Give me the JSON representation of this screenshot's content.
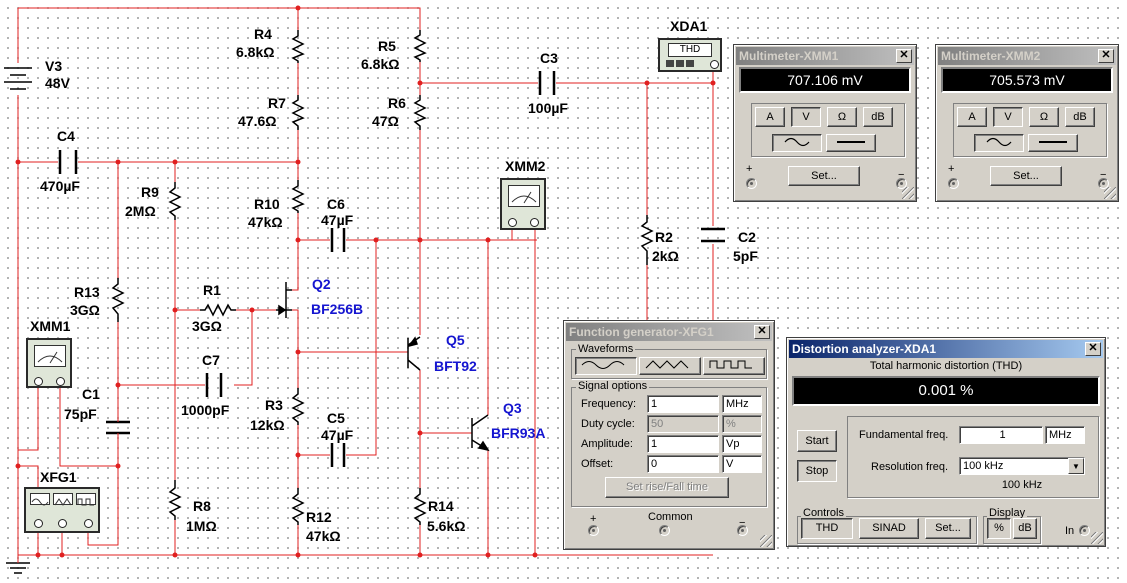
{
  "components": {
    "V3": {
      "ref": "V3",
      "value": "48V"
    },
    "R4": {
      "ref": "R4",
      "value": "6.8kΩ"
    },
    "R5": {
      "ref": "R5",
      "value": "6.8kΩ"
    },
    "R7": {
      "ref": "R7",
      "value": "47.6Ω"
    },
    "R6": {
      "ref": "R6",
      "value": "47Ω"
    },
    "C3": {
      "ref": "C3",
      "value": "100µF"
    },
    "C4": {
      "ref": "C4",
      "value": "470µF"
    },
    "R9": {
      "ref": "R9",
      "value": "2MΩ"
    },
    "R10": {
      "ref": "R10",
      "value": "47kΩ"
    },
    "C6": {
      "ref": "C6",
      "value": "47µF"
    },
    "R2": {
      "ref": "R2",
      "value": "2kΩ"
    },
    "C2": {
      "ref": "C2",
      "value": "5pF"
    },
    "R13": {
      "ref": "R13",
      "value": "3GΩ"
    },
    "R1": {
      "ref": "R1",
      "value": "3GΩ"
    },
    "Q2": {
      "ref": "Q2",
      "value": "BF256B"
    },
    "Q5": {
      "ref": "Q5",
      "value": "BFT92"
    },
    "C1": {
      "ref": "C1",
      "value": "75pF"
    },
    "C7": {
      "ref": "C7",
      "value": "1000pF"
    },
    "R3": {
      "ref": "R3",
      "value": "12kΩ"
    },
    "C5": {
      "ref": "C5",
      "value": "47µF"
    },
    "Q3": {
      "ref": "Q3",
      "value": "BFR93A"
    },
    "R8": {
      "ref": "R8",
      "value": "1MΩ"
    },
    "R12": {
      "ref": "R12",
      "value": "47kΩ"
    },
    "R14": {
      "ref": "R14",
      "value": "5.6kΩ"
    }
  },
  "instruments": {
    "xda1": {
      "ref": "XDA1",
      "screen": "THD"
    },
    "xmm2": {
      "ref": "XMM2"
    },
    "xmm1": {
      "ref": "XMM1"
    },
    "xfg1": {
      "ref": "XFG1"
    }
  },
  "multimeter1": {
    "title": "Multimeter-XMM1",
    "reading": "707.106 mV",
    "buttons": [
      "A",
      "V",
      "Ω",
      "dB"
    ],
    "set_label": "Set...",
    "plus": "+",
    "minus": "−"
  },
  "multimeter2": {
    "title": "Multimeter-XMM2",
    "reading": "705.573 mV",
    "buttons": [
      "A",
      "V",
      "Ω",
      "dB"
    ],
    "set_label": "Set...",
    "plus": "+",
    "minus": "−"
  },
  "function_generator": {
    "title": "Function generator-XFG1",
    "waveforms_label": "Waveforms",
    "signal_options_label": "Signal options",
    "rows": [
      {
        "label": "Frequency:",
        "value": "1",
        "unit": "MHz",
        "disabled": false
      },
      {
        "label": "Duty cycle:",
        "value": "50",
        "unit": "%",
        "disabled": true
      },
      {
        "label": "Amplitude:",
        "value": "1",
        "unit": "Vp",
        "disabled": false
      },
      {
        "label": "Offset:",
        "value": "0",
        "unit": "V",
        "disabled": false
      }
    ],
    "rise_fall_label": "Set rise/Fall time",
    "plus": "+",
    "common": "Common",
    "minus": "−"
  },
  "distortion_analyzer": {
    "title": "Distortion analyzer-XDA1",
    "header": "Total harmonic distortion (THD)",
    "reading": "0.001 %",
    "start_label": "Start",
    "stop_label": "Stop",
    "fundamental_label": "Fundamental freq.",
    "fundamental_value": "1",
    "fundamental_unit": "MHz",
    "resolution_label": "Resolution freq.",
    "resolution_value": "100 kHz",
    "resolution_readout": "100 kHz",
    "controls_label": "Controls",
    "thd_label": "THD",
    "sinad_label": "SINAD",
    "set_label": "Set...",
    "display_label": "Display",
    "percent_label": "%",
    "db_label": "dB",
    "in_label": "In"
  }
}
